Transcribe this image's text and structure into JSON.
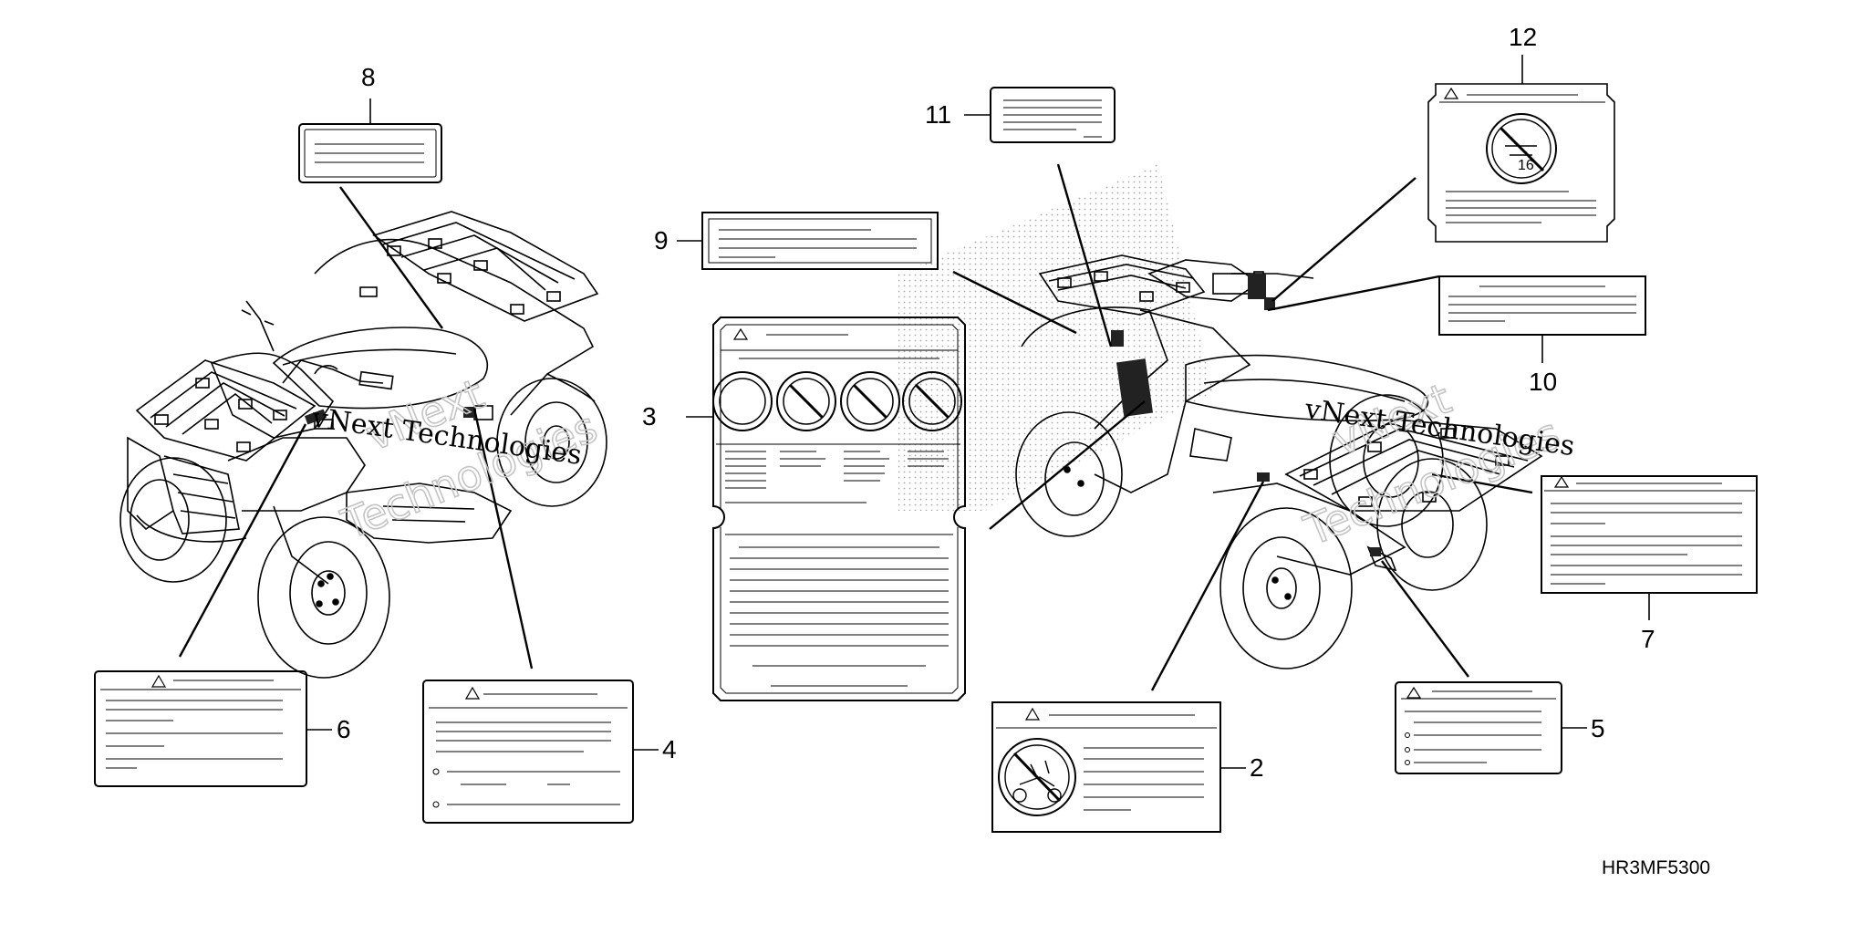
{
  "diagram": {
    "callouts": {
      "c1": "2",
      "c2": "3",
      "c3": "4",
      "c4": "5",
      "c5": "6",
      "c6": "7",
      "c7": "8",
      "c8": "9",
      "c9": "10",
      "c10": "11",
      "c11": "12"
    },
    "label_icons": {
      "label_2": "no-passenger-icon",
      "label_3": [
        "prohibition-icon",
        "prohibition-icon",
        "prohibition-icon",
        "prohibition-icon"
      ],
      "label_12": "no-riders-under-16-icon",
      "warning": "warning-triangle-icon"
    },
    "label_12_icon_text": "16",
    "diagram_code": "HR3MF5300",
    "watermark": {
      "line1": "vNext Technologies",
      "line2": "vNext",
      "line3": "Technologies"
    },
    "colors": {
      "line": "#000000",
      "watermark": "#c4c4c4",
      "background": "#ffffff"
    }
  }
}
